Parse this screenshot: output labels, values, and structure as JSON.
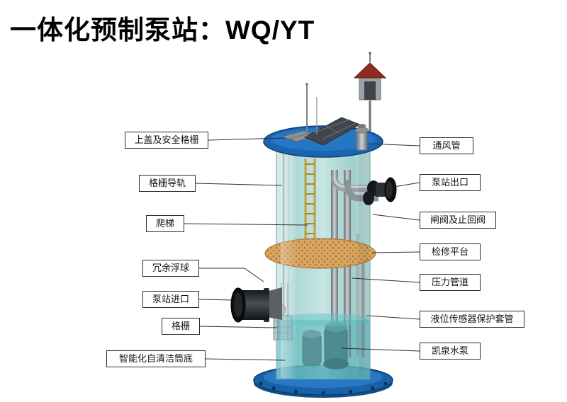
{
  "title": "一体化预制泵站：WQ/YT",
  "labels": {
    "left": [
      "上盖及安全格栅",
      "格栅导轨",
      "爬梯",
      "冗余浮球",
      "泵站进口",
      "格栅",
      "智能化自清洁筒底"
    ],
    "right": [
      "通风管",
      "泵站出口",
      "闸阀及止回阀",
      "检修平台",
      "压力管道",
      "液位传感器保护套管",
      "凯泉水泵"
    ]
  },
  "colors": {
    "title_text": "#000000",
    "callout_border": "#2b2b2b",
    "tank_glass_teal": "#9fd0cd",
    "lid_blue": "#1a65b0",
    "base_blue": "#1862ab",
    "platform_orange": "#d9a55f",
    "pipe_grey": "#9aa0a3",
    "inlet_outlet_black": "#0c0e10",
    "roof_red": "#8c2d20",
    "ladder_yellow": "#bfa13c"
  }
}
